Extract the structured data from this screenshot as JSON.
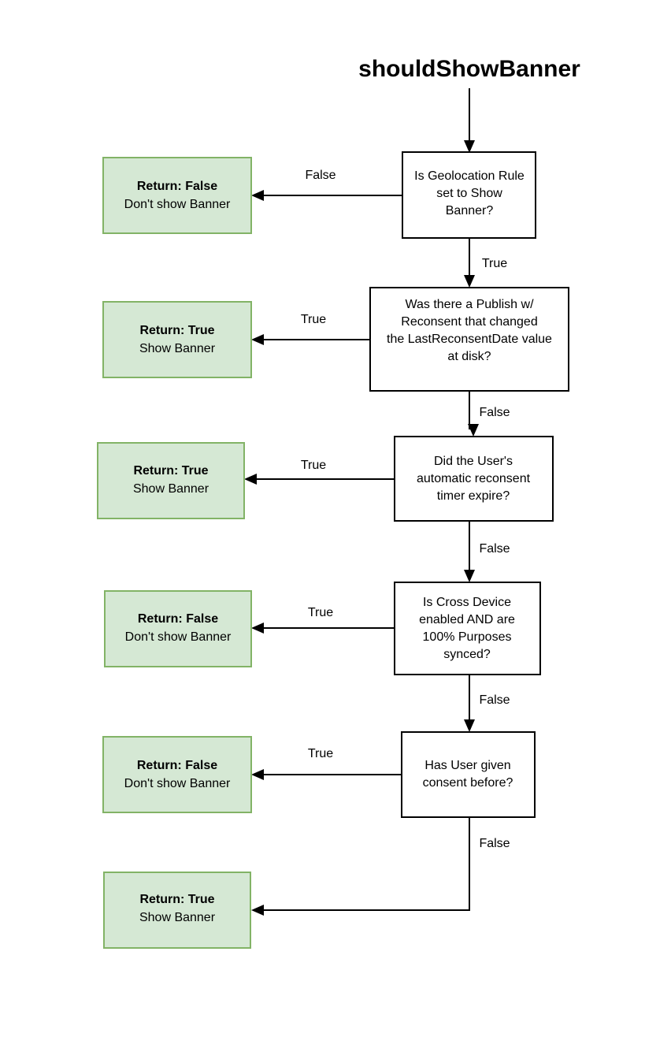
{
  "diagram": {
    "title": "shouldShowBanner",
    "type": "flowchart",
    "colors": {
      "return_fill": "#d5e8d4",
      "return_stroke": "#82b366",
      "decision_fill": "#ffffff",
      "decision_stroke": "#000000",
      "edge": "#000000",
      "text": "#000000"
    },
    "decisions": [
      {
        "id": "d1",
        "lines": [
          [
            {
              "t": "Is Geolocation Rule",
              "b": false
            }
          ],
          [
            {
              "t": "set to ",
              "b": false
            },
            {
              "t": "Show",
              "b": true
            }
          ],
          [
            {
              "t": "Banner",
              "b": true
            },
            {
              "t": "?",
              "b": false
            }
          ]
        ]
      },
      {
        "id": "d2",
        "lines": [
          [
            {
              "t": "Was there a Publish w/",
              "b": false
            }
          ],
          [
            {
              "t": "Reconsent that changed",
              "b": false
            }
          ],
          [
            {
              "t": "the LastReconsentDate value",
              "b": false
            }
          ],
          [
            {
              "t": "at disk?",
              "b": false
            }
          ]
        ]
      },
      {
        "id": "d3",
        "lines": [
          [
            {
              "t": "Did the User's",
              "b": false
            }
          ],
          [
            {
              "t": "automatic reconsent",
              "b": false
            }
          ],
          [
            {
              "t": "timer expire?",
              "b": false
            }
          ]
        ]
      },
      {
        "id": "d4",
        "lines": [
          [
            {
              "t": "Is Cross Device",
              "b": false
            }
          ],
          [
            {
              "t": "enabled AND are",
              "b": false
            }
          ],
          [
            {
              "t": "100% Purposes",
              "b": false
            }
          ],
          [
            {
              "t": "synced?",
              "b": false
            }
          ]
        ]
      },
      {
        "id": "d5",
        "lines": [
          [
            {
              "t": "Has User given",
              "b": false
            }
          ],
          [
            {
              "t": "consent before?",
              "b": false
            }
          ]
        ]
      }
    ],
    "returns": [
      {
        "id": "r1",
        "title": "Return: False",
        "subtitle": "Don't show Banner"
      },
      {
        "id": "r2",
        "title": "Return: True",
        "subtitle": "Show Banner"
      },
      {
        "id": "r3",
        "title": "Return: True",
        "subtitle": "Show Banner"
      },
      {
        "id": "r4",
        "title": "Return: False",
        "subtitle": "Don't show Banner"
      },
      {
        "id": "r5",
        "title": "Return: False",
        "subtitle": "Don't show Banner"
      },
      {
        "id": "r6",
        "title": "Return: True",
        "subtitle": "Show Banner"
      }
    ],
    "edge_labels": {
      "d1_to_r1": "False",
      "d1_to_d2": "True",
      "d2_to_r2": "True",
      "d2_to_d3": "False",
      "d3_to_r3": "True",
      "d3_to_d4": "False",
      "d4_to_r4": "True",
      "d4_to_d5": "False",
      "d5_to_r5": "True",
      "d5_to_r6": "False"
    }
  }
}
